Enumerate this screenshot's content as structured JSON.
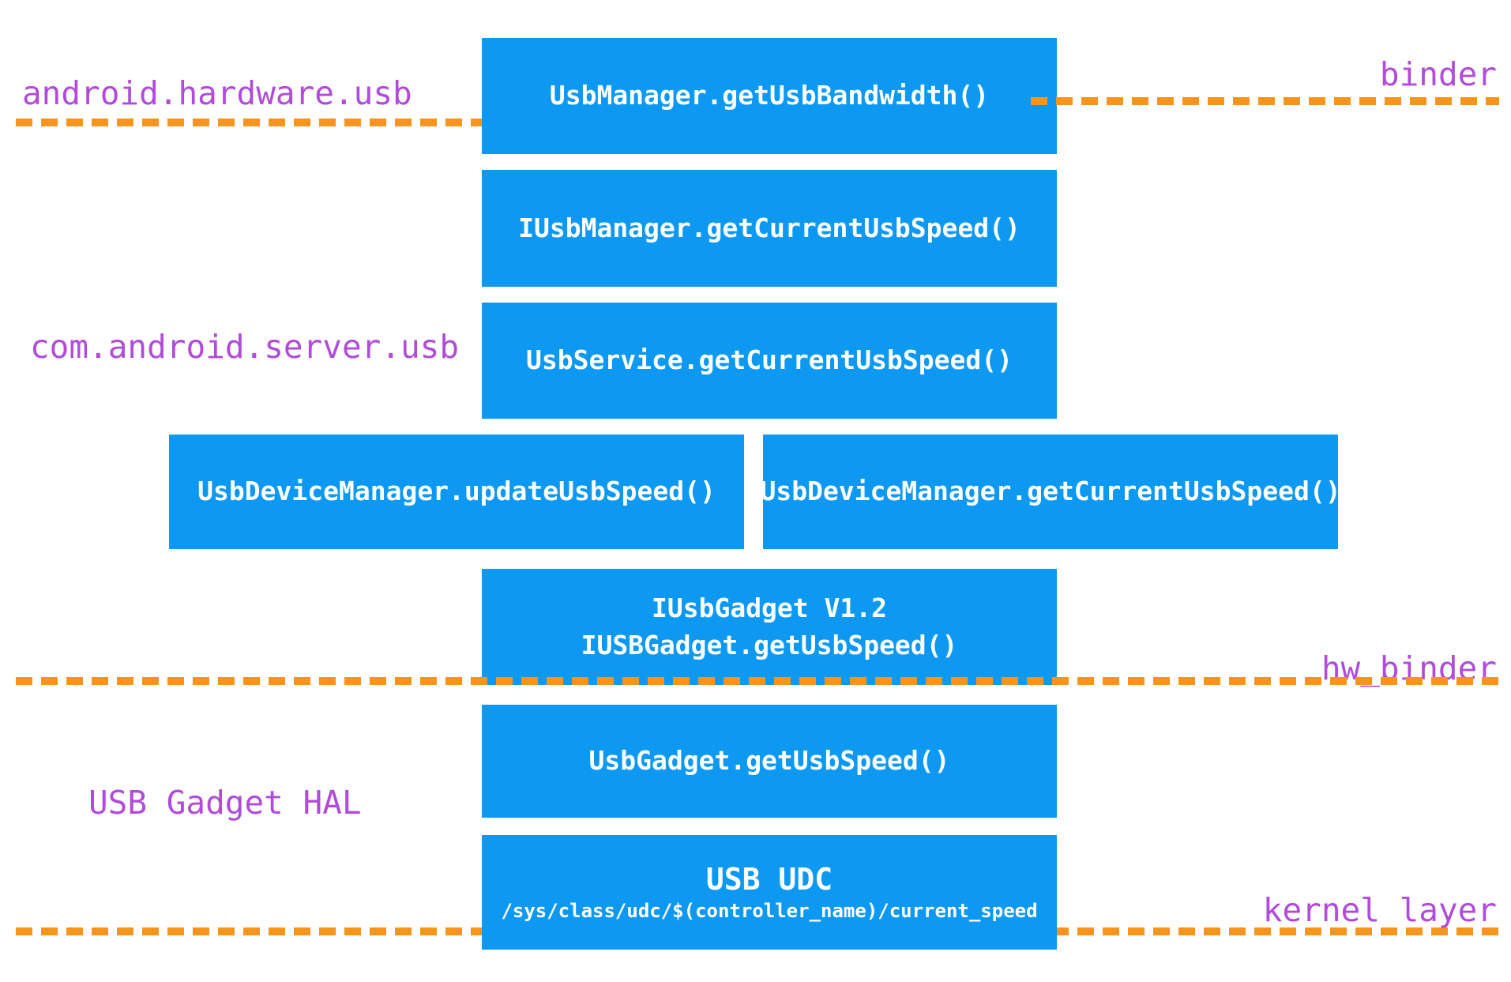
{
  "colors": {
    "box_blue": "#0d99f2",
    "label_purple": "#b04cd9",
    "line_orange": "#f7941d",
    "box_text": "#ffffff",
    "page_bg": "#ffffff"
  },
  "labels": {
    "package_top": "android.hardware.usb",
    "binder": "binder",
    "package_server": "com.android.server.usb",
    "hw_binder": "hw_binder",
    "gadget_hal": "USB Gadget HAL",
    "kernel_layer": "kernel layer"
  },
  "boxes": {
    "usb_manager": {
      "line1": "UsbManager.getUsbBandwidth()"
    },
    "iusb_manager": {
      "line1": "IUsbManager.getCurrentUsbSpeed()"
    },
    "usb_service": {
      "line1": "UsbService.getCurrentUsbSpeed()"
    },
    "update_usb_speed": {
      "line1": "UsbDeviceManager.updateUsbSpeed()"
    },
    "get_current_usb_speed": {
      "line1": "UsbDeviceManager.getCurrentUsbSpeed()"
    },
    "iusb_gadget": {
      "line1": "IUsbGadget V1.2",
      "line2": "IUSBGadget.getUsbSpeed()"
    },
    "usb_gadget": {
      "line1": "UsbGadget.getUsbSpeed()"
    },
    "usb_udc": {
      "line1": "USB UDC",
      "line2": "/sys/class/udc/$(controller_name)/current_speed"
    }
  }
}
